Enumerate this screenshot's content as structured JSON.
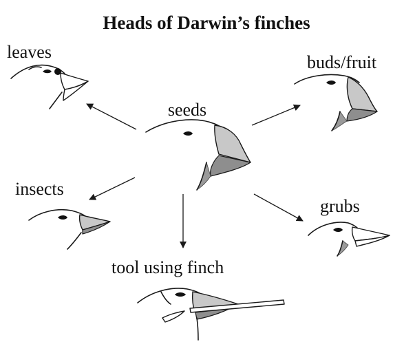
{
  "title": "Heads of Darwin’s finches",
  "center": {
    "label": "seeds"
  },
  "finches": [
    {
      "label": "leaves"
    },
    {
      "label": "buds/fruit"
    },
    {
      "label": "insects"
    },
    {
      "label": "grubs"
    },
    {
      "label": "tool using finch"
    }
  ]
}
